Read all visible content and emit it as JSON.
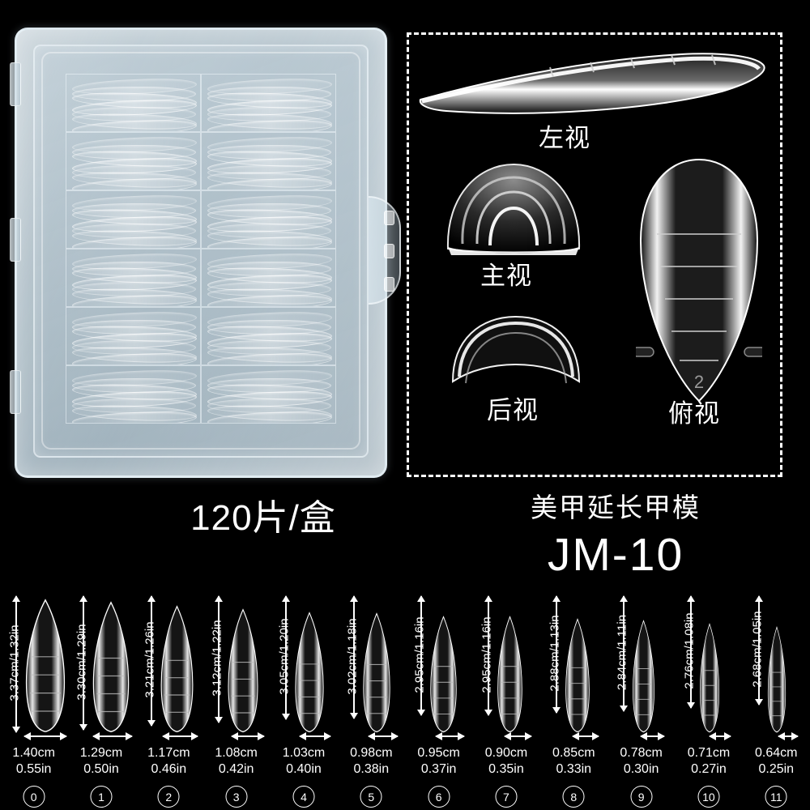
{
  "product": {
    "quantity_caption": "120片/盒",
    "title_cn": "美甲延长甲模",
    "model_code": "JM-10",
    "top_view_mark": "2"
  },
  "views_panel": {
    "labels": {
      "left_view": "左视",
      "front_view": "主视",
      "back_view": "后视",
      "top_view": "俯视"
    }
  },
  "size_chart": {
    "sizes": [
      {
        "index": "0",
        "height_label": "3.37cm/1.32in",
        "height_cm": 3.37,
        "height_in": 1.32,
        "width_cm_label": "1.40cm",
        "width_in_label": "0.55in",
        "width_cm": 1.4,
        "width_in": 0.55
      },
      {
        "index": "1",
        "height_label": "3.30cm/1.29in",
        "height_cm": 3.3,
        "height_in": 1.29,
        "width_cm_label": "1.29cm",
        "width_in_label": "0.50in",
        "width_cm": 1.29,
        "width_in": 0.5
      },
      {
        "index": "2",
        "height_label": "3.21cm/1.26in",
        "height_cm": 3.21,
        "height_in": 1.26,
        "width_cm_label": "1.17cm",
        "width_in_label": "0.46in",
        "width_cm": 1.17,
        "width_in": 0.46
      },
      {
        "index": "3",
        "height_label": "3.12cm/1.22in",
        "height_cm": 3.12,
        "height_in": 1.22,
        "width_cm_label": "1.08cm",
        "width_in_label": "0.42in",
        "width_cm": 1.08,
        "width_in": 0.42
      },
      {
        "index": "4",
        "height_label": "3.05cm/1.20in",
        "height_cm": 3.05,
        "height_in": 1.2,
        "width_cm_label": "1.03cm",
        "width_in_label": "0.40in",
        "width_cm": 1.03,
        "width_in": 0.4
      },
      {
        "index": "5",
        "height_label": "3.02cm/1.18in",
        "height_cm": 3.02,
        "height_in": 1.18,
        "width_cm_label": "0.98cm",
        "width_in_label": "0.38in",
        "width_cm": 0.98,
        "width_in": 0.38
      },
      {
        "index": "6",
        "height_label": "2.95cm/1.16in",
        "height_cm": 2.95,
        "height_in": 1.16,
        "width_cm_label": "0.95cm",
        "width_in_label": "0.37in",
        "width_cm": 0.95,
        "width_in": 0.37
      },
      {
        "index": "7",
        "height_label": "2.95cm/1.16in",
        "height_cm": 2.95,
        "height_in": 1.16,
        "width_cm_label": "0.90cm",
        "width_in_label": "0.35in",
        "width_cm": 0.9,
        "width_in": 0.35
      },
      {
        "index": "8",
        "height_label": "2.88cm/1.13in",
        "height_cm": 2.88,
        "height_in": 1.13,
        "width_cm_label": "0.85cm",
        "width_in_label": "0.33in",
        "width_cm": 0.85,
        "width_in": 0.33
      },
      {
        "index": "9",
        "height_label": "2.84cm/1.11in",
        "height_cm": 2.84,
        "height_in": 1.11,
        "width_cm_label": "0.78cm",
        "width_in_label": "0.30in",
        "width_cm": 0.78,
        "width_in": 0.3
      },
      {
        "index": "10",
        "height_label": "2.76cm/1.08in",
        "height_cm": 2.76,
        "height_in": 1.08,
        "width_cm_label": "0.71cm",
        "width_in_label": "0.27in",
        "width_cm": 0.71,
        "width_in": 0.27
      },
      {
        "index": "11",
        "height_label": "2.68cm/1.05in",
        "height_cm": 2.68,
        "height_in": 1.05,
        "width_cm_label": "0.64cm",
        "width_in_label": "0.25in",
        "width_cm": 0.64,
        "width_in": 0.25
      }
    ]
  },
  "colors": {
    "background": "#000000",
    "text": "#ffffff",
    "plastic": "#c9d8e0"
  }
}
